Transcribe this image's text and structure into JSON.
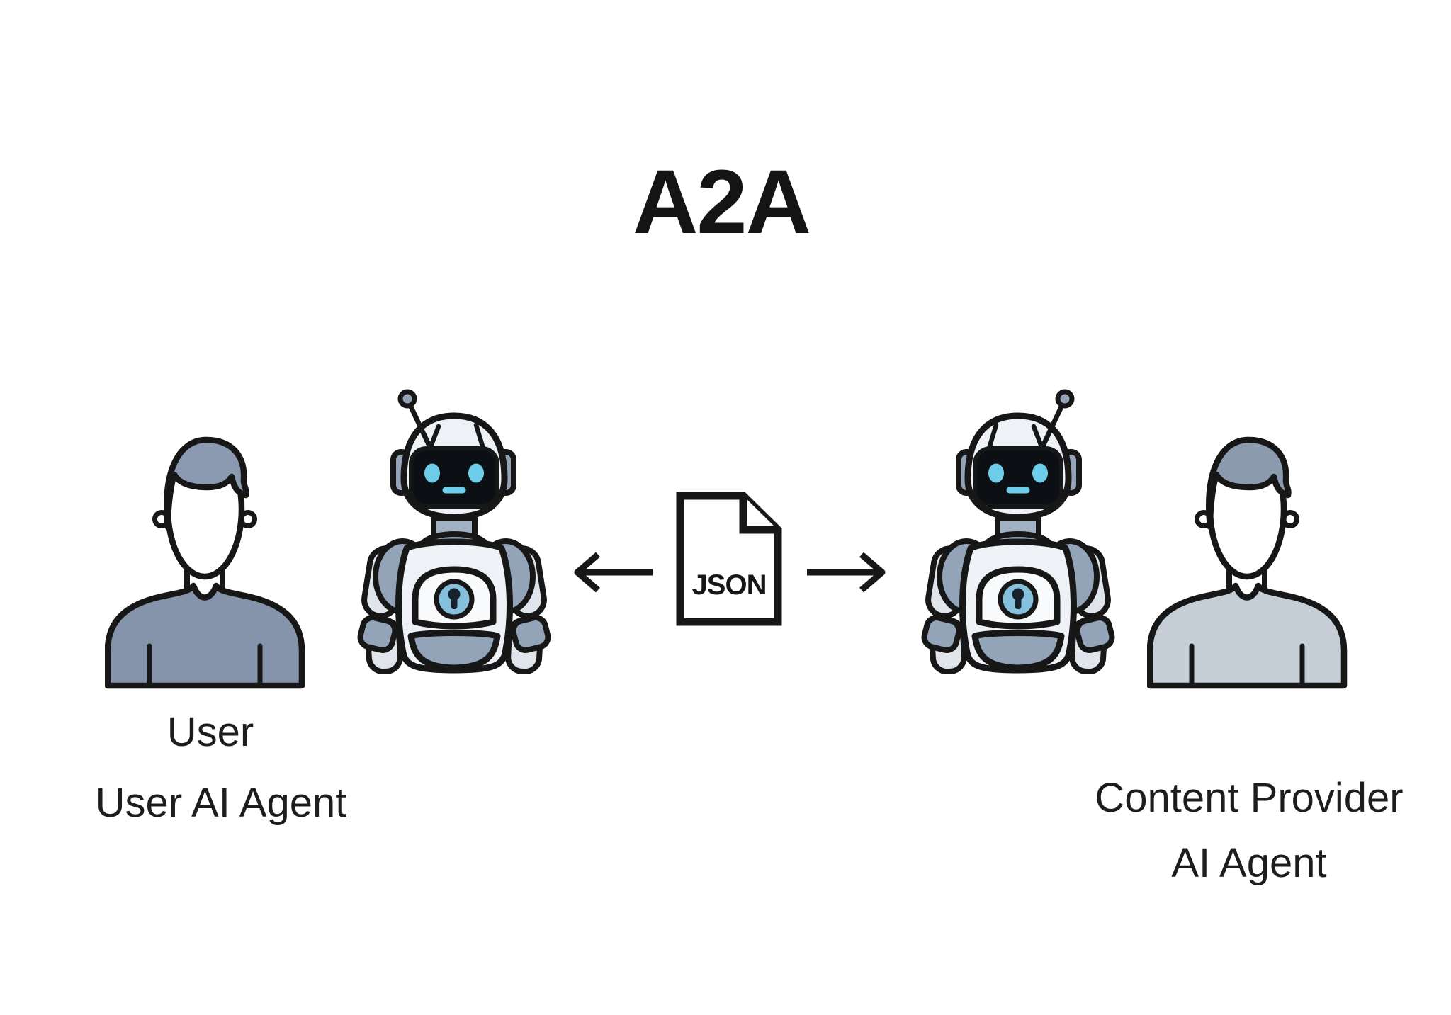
{
  "title": "A2A",
  "nodes": {
    "user": {
      "label": "User"
    },
    "user_agent": {
      "label": "User AI Agent"
    },
    "json_file": {
      "label": "JSON"
    },
    "content_provider_agent": {
      "label_line1": "Content Provider",
      "label_line2": "AI Agent"
    }
  },
  "icons": {
    "left_avatar": "user-avatar-icon",
    "left_robot": "robot-icon",
    "document": "json-document-icon",
    "arrow_left": "arrow-left-icon",
    "arrow_right": "arrow-right-icon",
    "right_robot": "robot-icon",
    "right_avatar": "content-provider-avatar-icon"
  },
  "colors": {
    "background": "#ffffff",
    "outline": "#171717",
    "title_text": "#141414",
    "label_text": "#1d1d1d",
    "person_left_hair": "#8b9ab1",
    "person_left_shirt": "#8594ab",
    "person_right_hair": "#8b9aad",
    "person_right_shirt": "#c5ced7",
    "robot_body": "#eef1f5",
    "robot_accent": "#93a3b8",
    "robot_arm": "#e0e5eb",
    "robot_screen": "#0c1014",
    "robot_eye_cyan": "#6fcdec",
    "robot_badge_blue": "#85c0dd"
  }
}
